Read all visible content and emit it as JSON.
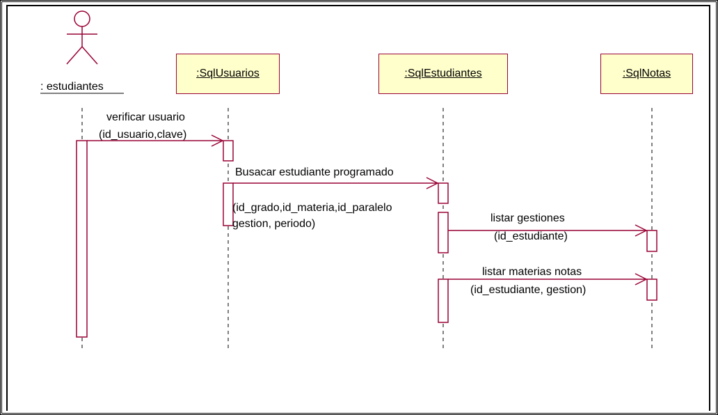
{
  "actor": {
    "name": ": estudiantes"
  },
  "objects": [
    {
      "id": "usuarios",
      "label": ":SqlUsuarios"
    },
    {
      "id": "estudiantes",
      "label": ":SqlEstudiantes"
    },
    {
      "id": "notas",
      "label": ":SqlNotas"
    }
  ],
  "messages": [
    {
      "line1": "verificar usuario",
      "line2": "(id_usuario,clave)"
    },
    {
      "line1": "Busacar estudiante programado",
      "line2": "(id_grado,id_materia,id_paralelo",
      "line3": "gestion, periodo)"
    },
    {
      "line1": "listar gestiones",
      "line2": "(id_estudiante)"
    },
    {
      "line1": "listar materias notas",
      "line2": "(id_estudiante, gestion)"
    }
  ],
  "colors": {
    "line": "#990033",
    "box_fill": "#ffffcc"
  }
}
